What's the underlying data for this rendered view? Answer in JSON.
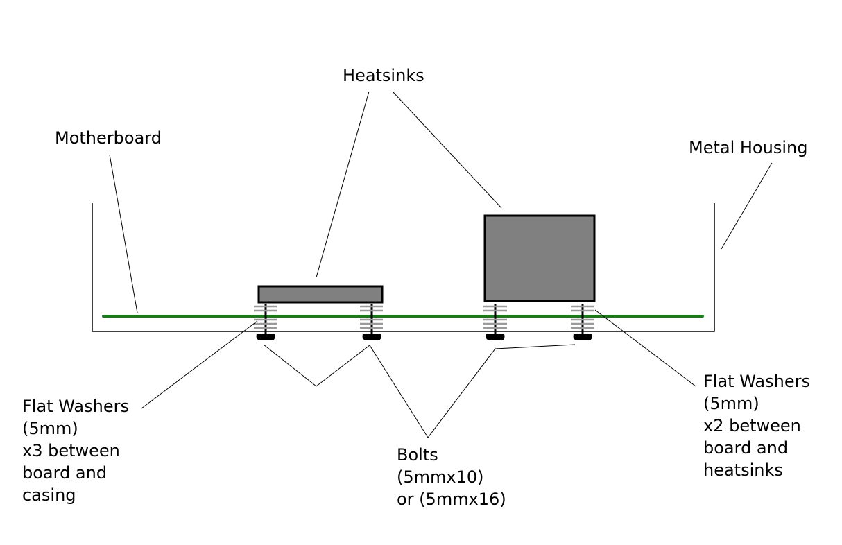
{
  "labels": {
    "heatsinks": "Heatsinks",
    "motherboard": "Motherboard",
    "metal_housing": "Metal Housing",
    "washers_left": {
      "line1": "Flat Washers",
      "line2": "(5mm)",
      "line3": "x3 between",
      "line4": "board and",
      "line5": "casing"
    },
    "bolts": {
      "line1": "Bolts",
      "line2": "(5mmx10)",
      "line3": "or (5mmx16)"
    },
    "washers_right": {
      "line1": "Flat Washers",
      "line2": "(5mm)",
      "line3": "x2 between",
      "line4": "board and",
      "line5": "heatsinks"
    }
  },
  "colors": {
    "background": "#ffffff",
    "outline": "#000000",
    "motherboard": "#1a7a1a",
    "heatsink_fill": "#808080",
    "washer": "#9a9a9a",
    "bolt": "#000000"
  }
}
